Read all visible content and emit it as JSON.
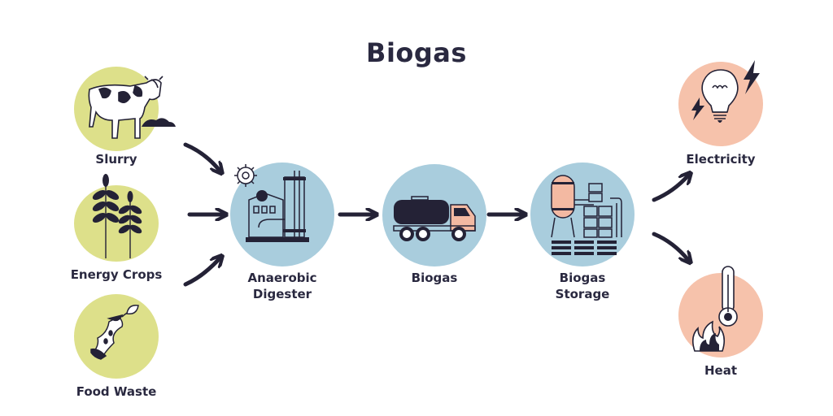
{
  "title": "Biogas",
  "colors": {
    "input": "#dde08a",
    "process": "#a9cddd",
    "output": "#f6c2ab",
    "ink": "#242236",
    "accent_pink": "#f3b9a2"
  },
  "inputs": [
    {
      "label": "Slurry",
      "icon": "cow-icon"
    },
    {
      "label": "Energy Crops",
      "icon": "wheat-icon"
    },
    {
      "label": "Food Waste",
      "icon": "apple-core-icon"
    }
  ],
  "process": [
    {
      "label": "Anaerobic",
      "label2": "Digester",
      "icon": "digester-factory-icon"
    },
    {
      "label": "Biogas",
      "icon": "tanker-truck-icon"
    },
    {
      "label": "Biogas",
      "label2": "Storage",
      "icon": "gas-storage-tank-icon"
    }
  ],
  "outputs": [
    {
      "label": "Electricity",
      "icon": "lightbulb-icon"
    },
    {
      "label": "Heat",
      "icon": "thermometer-fire-icon"
    }
  ]
}
